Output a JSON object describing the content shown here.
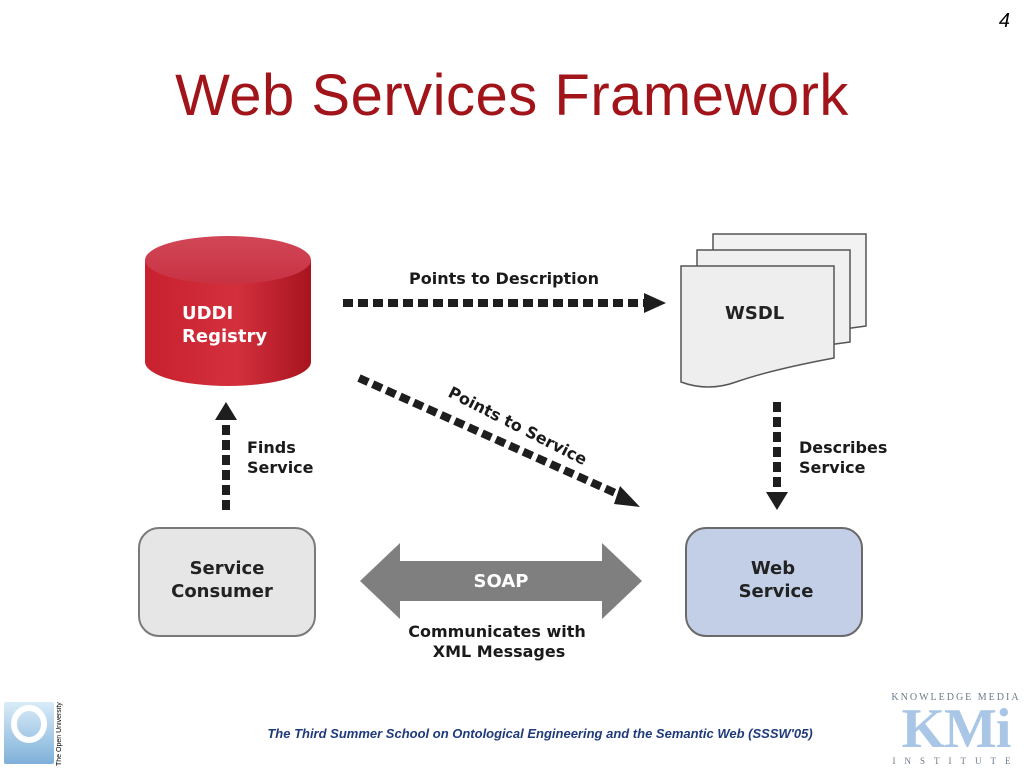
{
  "slide": {
    "page_number": "4",
    "title": "Web Services Framework",
    "footer": "The Third Summer School on Ontological Engineering and the Semantic Web (SSSW'05)"
  },
  "logos": {
    "left": {
      "icon": "open-university-logo-icon",
      "text": "The Open University"
    },
    "right": {
      "icon": "kmi-logo-icon",
      "top_text": "KNOWLEDGE MEDIA",
      "mark": "KMi",
      "bottom_text": "INSTITUTE"
    }
  },
  "diagram": {
    "nodes": {
      "uddi": {
        "line1": "UDDI",
        "line2": "Registry",
        "color": "#cc2433"
      },
      "wsdl": {
        "label": "WSDL",
        "color": "#eeeeee"
      },
      "consumer": {
        "line1": "Service",
        "line2": "Consumer",
        "color": "#e6e6e6"
      },
      "web_service": {
        "line1": "Web",
        "line2": "Service",
        "color": "#c3cfe6"
      }
    },
    "edges": {
      "points_to_description": "Points to Description",
      "points_to_service": "Points to Service",
      "finds_service": {
        "line1": "Finds",
        "line2": "Service"
      },
      "describes_service": {
        "line1": "Describes",
        "line2": "Service"
      },
      "soap": "SOAP",
      "communicates": {
        "line1": "Communicates with",
        "line2": "XML Messages"
      }
    }
  },
  "colors": {
    "title": "#a1141a",
    "footer": "#1f3b7a",
    "arrow": "#1e1e1e",
    "soap_arrow": "#7f7f7f"
  }
}
